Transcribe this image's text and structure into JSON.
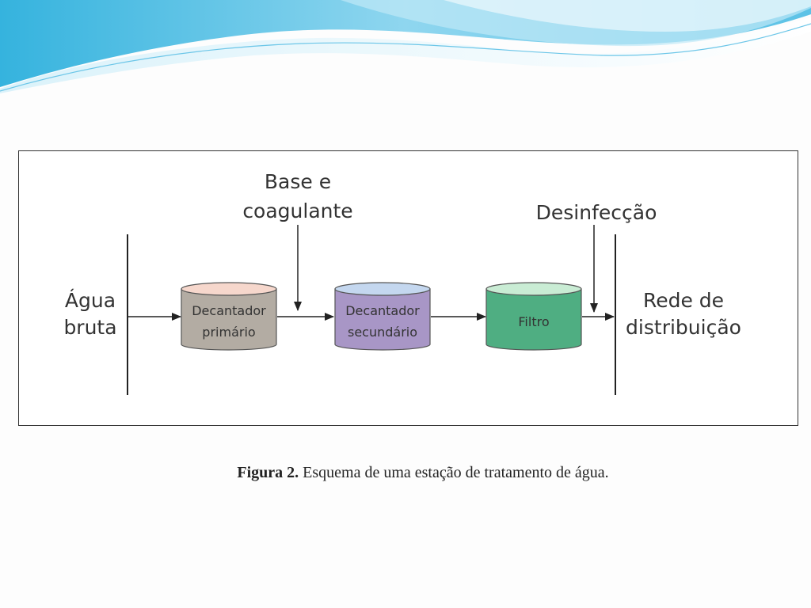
{
  "diagram": {
    "input_label_line1": "Água",
    "input_label_line2": "bruta",
    "additive_label_line1": "Base e",
    "additive_label_line2": "coagulante",
    "disinfection_label": "Desinfecção",
    "output_label_line1": "Rede de",
    "output_label_line2": "distribuição",
    "tank1_line1": "Decantador",
    "tank1_line2": "primário",
    "tank2_line1": "Decantador",
    "tank2_line2": "secundário",
    "tank3_label": "Filtro",
    "colors": {
      "tank1_body": "#b3aca3",
      "tank1_top": "#f6d7cc",
      "tank2_body": "#a896c6",
      "tank2_top": "#c4d7ef",
      "tank3_body": "#4fae82",
      "tank3_top": "#c9ecd4"
    }
  },
  "caption": {
    "figure_number": "Figura 2.",
    "text": "Esquema de uma estação de tratamento de água."
  },
  "theme": {
    "wave_colors": [
      "#2fa8d8",
      "#7fd0ee",
      "#bfe9f7"
    ]
  }
}
